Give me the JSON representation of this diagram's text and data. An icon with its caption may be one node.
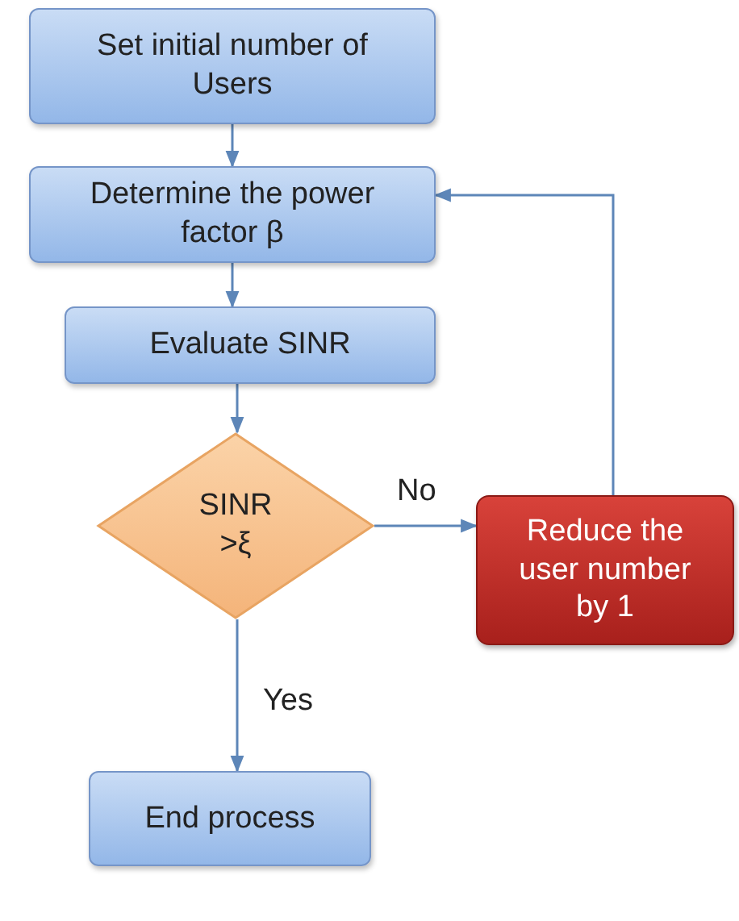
{
  "diagram": {
    "nodes": [
      {
        "text": [
          "Set initial number of Users"
        ]
      },
      {
        "text": [
          "Determine the power factor β"
        ]
      },
      {
        "text": [
          "Evaluate SINR"
        ]
      },
      {
        "text": [
          "SINR >ξ"
        ]
      },
      {
        "text": [
          "Reduce the user number by 1"
        ]
      },
      {
        "text": [
          "End process"
        ]
      }
    ],
    "edges": [
      {
        "from": 0,
        "to": 1,
        "arrow": "to"
      },
      {
        "from": 1,
        "to": 2,
        "arrow": "to"
      },
      {
        "from": 2,
        "to": 3,
        "arrow": "to"
      },
      {
        "from": 3,
        "to": 4,
        "arrow": "to",
        "label": "No"
      },
      {
        "from": 4,
        "to": 1,
        "arrow": "to"
      },
      {
        "from": 3,
        "to": 5,
        "arrow": "to",
        "label": "Yes"
      }
    ]
  }
}
